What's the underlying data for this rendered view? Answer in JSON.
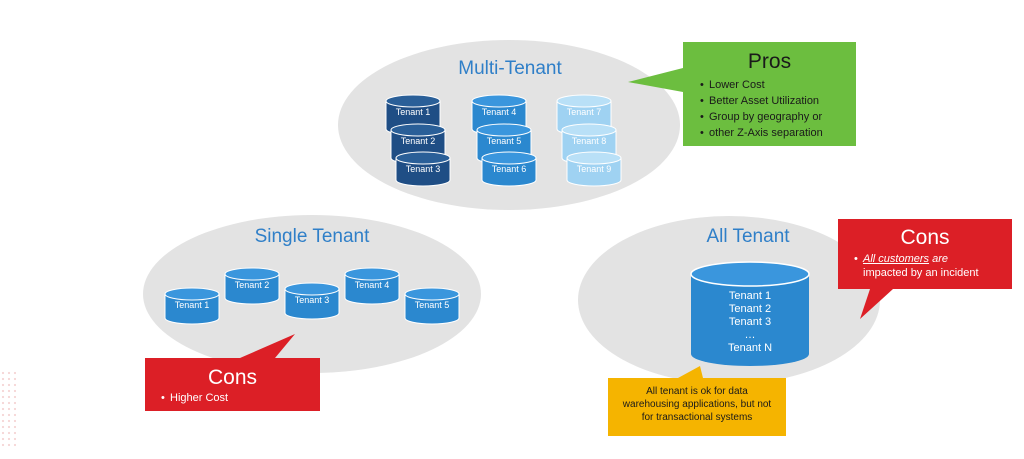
{
  "multi_tenant": {
    "title": "Multi-Tenant",
    "stacks": [
      [
        "Tenant 1",
        "Tenant 2",
        "Tenant 3"
      ],
      [
        "Tenant 4",
        "Tenant 5",
        "Tenant 6"
      ],
      [
        "Tenant 7",
        "Tenant 8",
        "Tenant 9"
      ]
    ],
    "pros": {
      "title": "Pros",
      "bullets": [
        "Lower Cost",
        "Better Asset Utilization",
        "Group by geography or",
        "other Z-Axis separation"
      ]
    }
  },
  "single_tenant": {
    "title": "Single Tenant",
    "tenants": [
      "Tenant 1",
      "Tenant 2",
      "Tenant 3",
      "Tenant 4",
      "Tenant 5"
    ],
    "cons": {
      "title": "Cons",
      "bullets": [
        "Higher Cost"
      ]
    }
  },
  "all_tenant": {
    "title": "All Tenant",
    "db_lines": [
      "Tenant 1",
      "Tenant 2",
      "Tenant 3",
      "…",
      "Tenant N"
    ],
    "cons": {
      "title": "Cons",
      "bullet_em": "All customers",
      "bullet_rest_1": " are",
      "bullet_line2": "impacted by an incident"
    },
    "note": [
      "All tenant is ok for data",
      "warehousing applications, but not",
      "for transactional systems"
    ]
  },
  "colors": {
    "ellipse": "#e3e3e3",
    "title_blue": "#2f7fc8",
    "dark_navy": "#1f4e85",
    "mid_blue": "#2b88cf",
    "light_blue": "#9fd2f2",
    "pros_green": "#6cbe3f",
    "cons_red": "#dc1f26",
    "note_yellow": "#f5b400"
  }
}
